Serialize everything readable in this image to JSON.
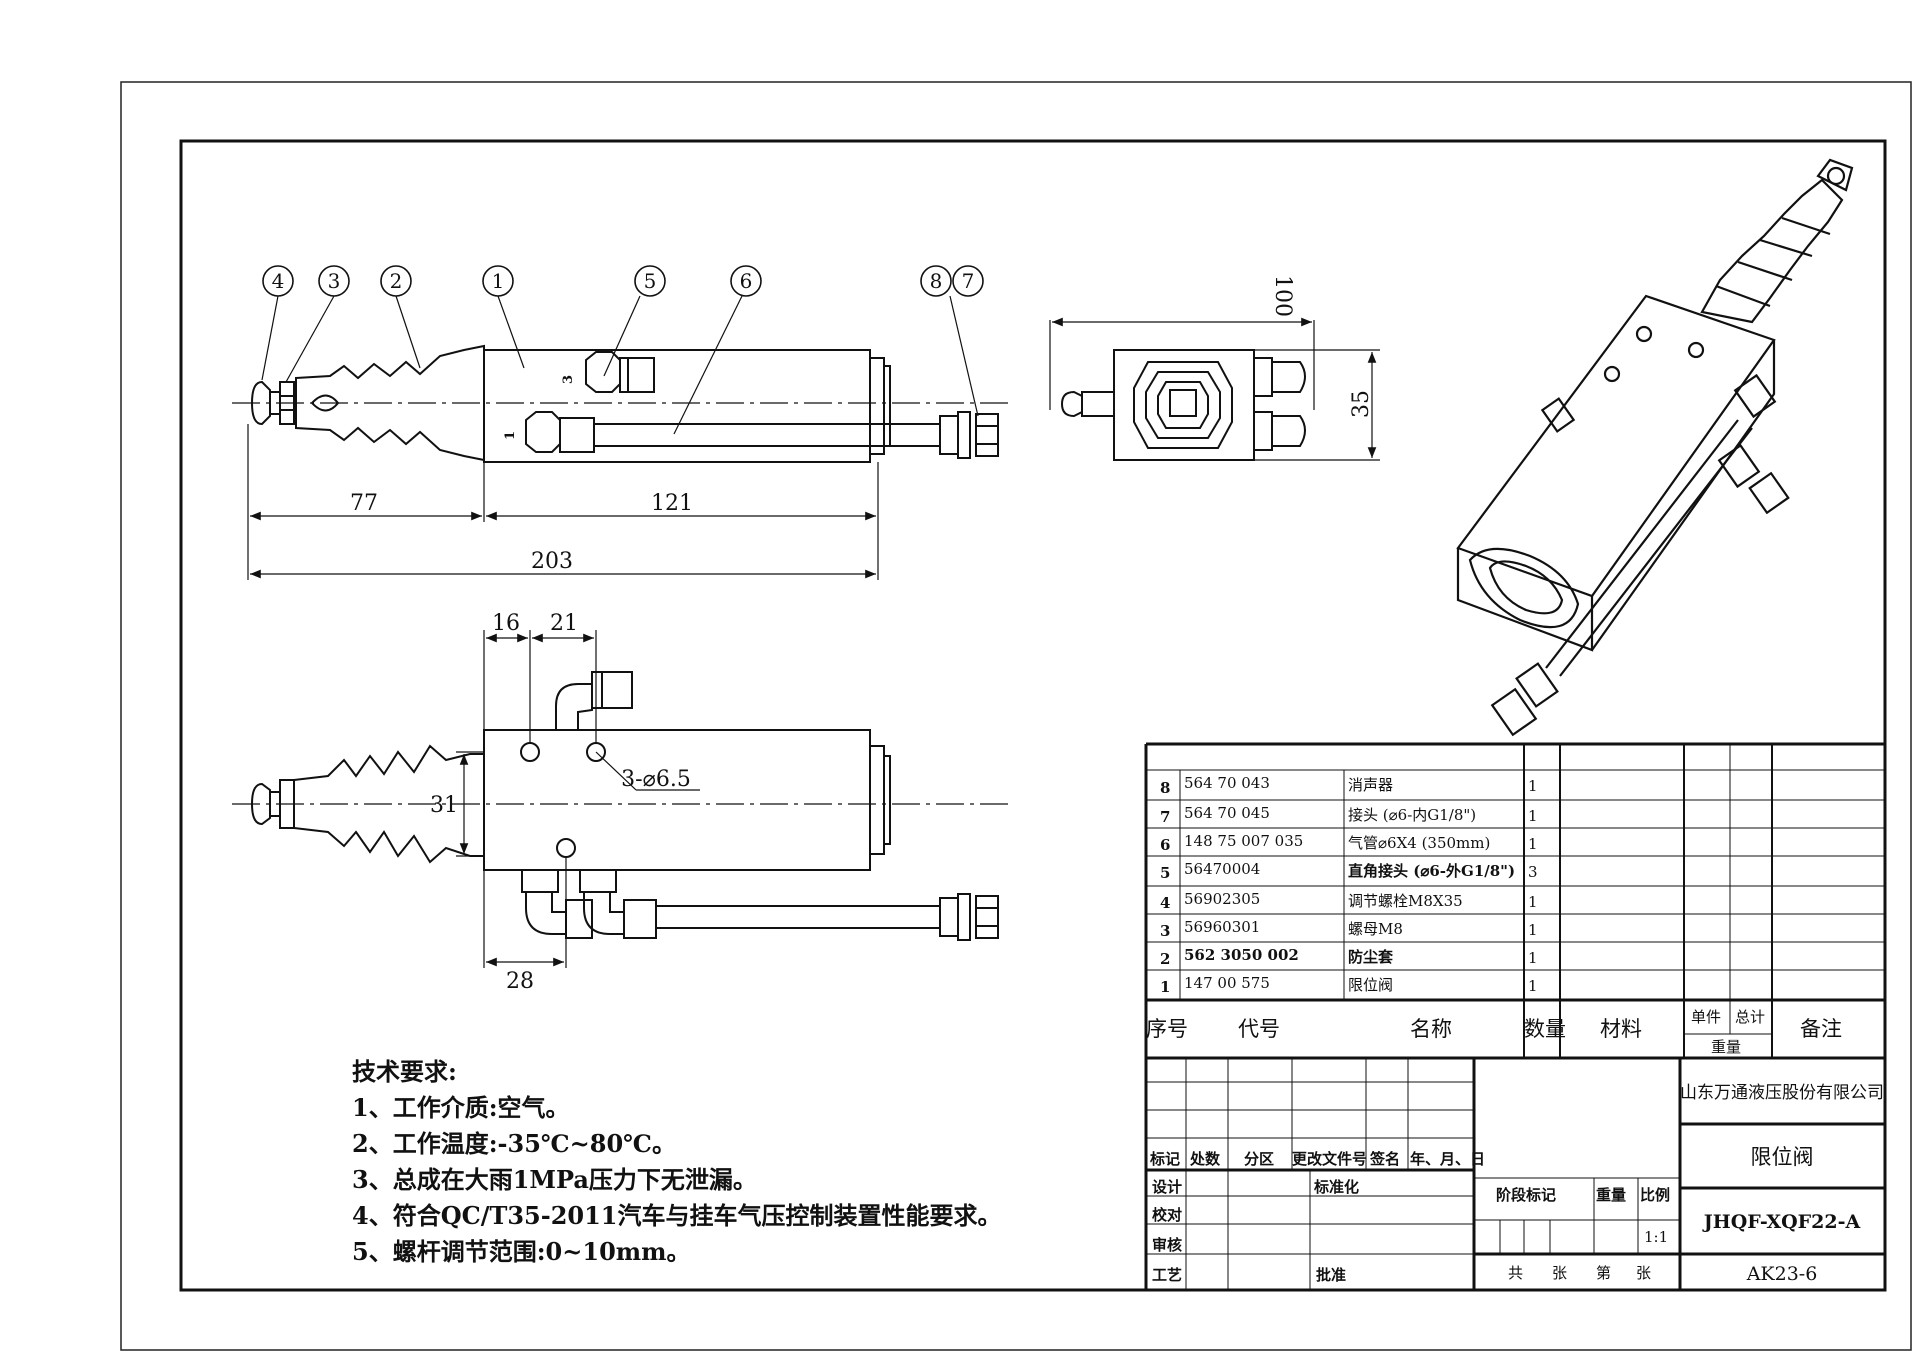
{
  "balloons": [
    "4",
    "3",
    "2",
    "1",
    "5",
    "6",
    "8",
    "7"
  ],
  "port_labels": [
    "3",
    "1"
  ],
  "dimensions": {
    "d77": "77",
    "d121": "121",
    "d203": "203",
    "d100": "100",
    "d35": "35",
    "d16": "16",
    "d21": "21",
    "d31": "31",
    "d28": "28",
    "holes": "3-⌀6.5"
  },
  "requirements": {
    "title": "技术要求:",
    "items": [
      "1、工作介质:空气。",
      "2、工作温度:-35℃~80℃。",
      "3、总成在大雨1MPa压力下无泄漏。",
      "4、符合QC/T35-2011汽车与挂车气压控制装置性能要求。",
      "5、螺杆调节范围:0~10mm。"
    ]
  },
  "bom": {
    "rows": [
      {
        "no": "8",
        "code": "564 70 043",
        "name": "消声器",
        "qty": "1"
      },
      {
        "no": "7",
        "code": "564 70 045",
        "name": "接头 (⌀6-内G1/8\")",
        "qty": "1"
      },
      {
        "no": "6",
        "code": "148 75 007 035",
        "name": "气管⌀6X4 (350mm)",
        "qty": "1"
      },
      {
        "no": "5",
        "code": "56470004",
        "name": "直角接头 (⌀6-外G1/8\")",
        "qty": "3"
      },
      {
        "no": "4",
        "code": "56902305",
        "name": "调节螺栓M8X35",
        "qty": "1"
      },
      {
        "no": "3",
        "code": "56960301",
        "name": "螺母M8",
        "qty": "1"
      },
      {
        "no": "2",
        "code": "562 3050 002",
        "name": "防尘套",
        "qty": "1"
      },
      {
        "no": "1",
        "code": "147 00 575",
        "name": "限位阀",
        "qty": "1"
      }
    ],
    "header": {
      "no": "序号",
      "code": "代号",
      "name": "名称",
      "qty": "数量",
      "material": "材料",
      "unit": "单件",
      "total": "总计",
      "weight": "重量",
      "remark": "备注"
    }
  },
  "title_block": {
    "company": "山东万通液压股份有限公司",
    "part_name": "限位阀",
    "drawing_no": "JHQF-XQF22-A",
    "code": "AK23-6",
    "rev_headers": [
      "标记",
      "处数",
      "分区",
      "更改文件号",
      "签名",
      "年、月、日"
    ],
    "design": "设计",
    "check": "校对",
    "review": "审核",
    "process": "工艺",
    "standard": "标准化",
    "approve": "批准",
    "stage": "阶段标记",
    "weight": "重量",
    "scale": "比例",
    "scale_value": "1:1",
    "sheets": [
      "共",
      "张",
      "第",
      "张"
    ]
  }
}
